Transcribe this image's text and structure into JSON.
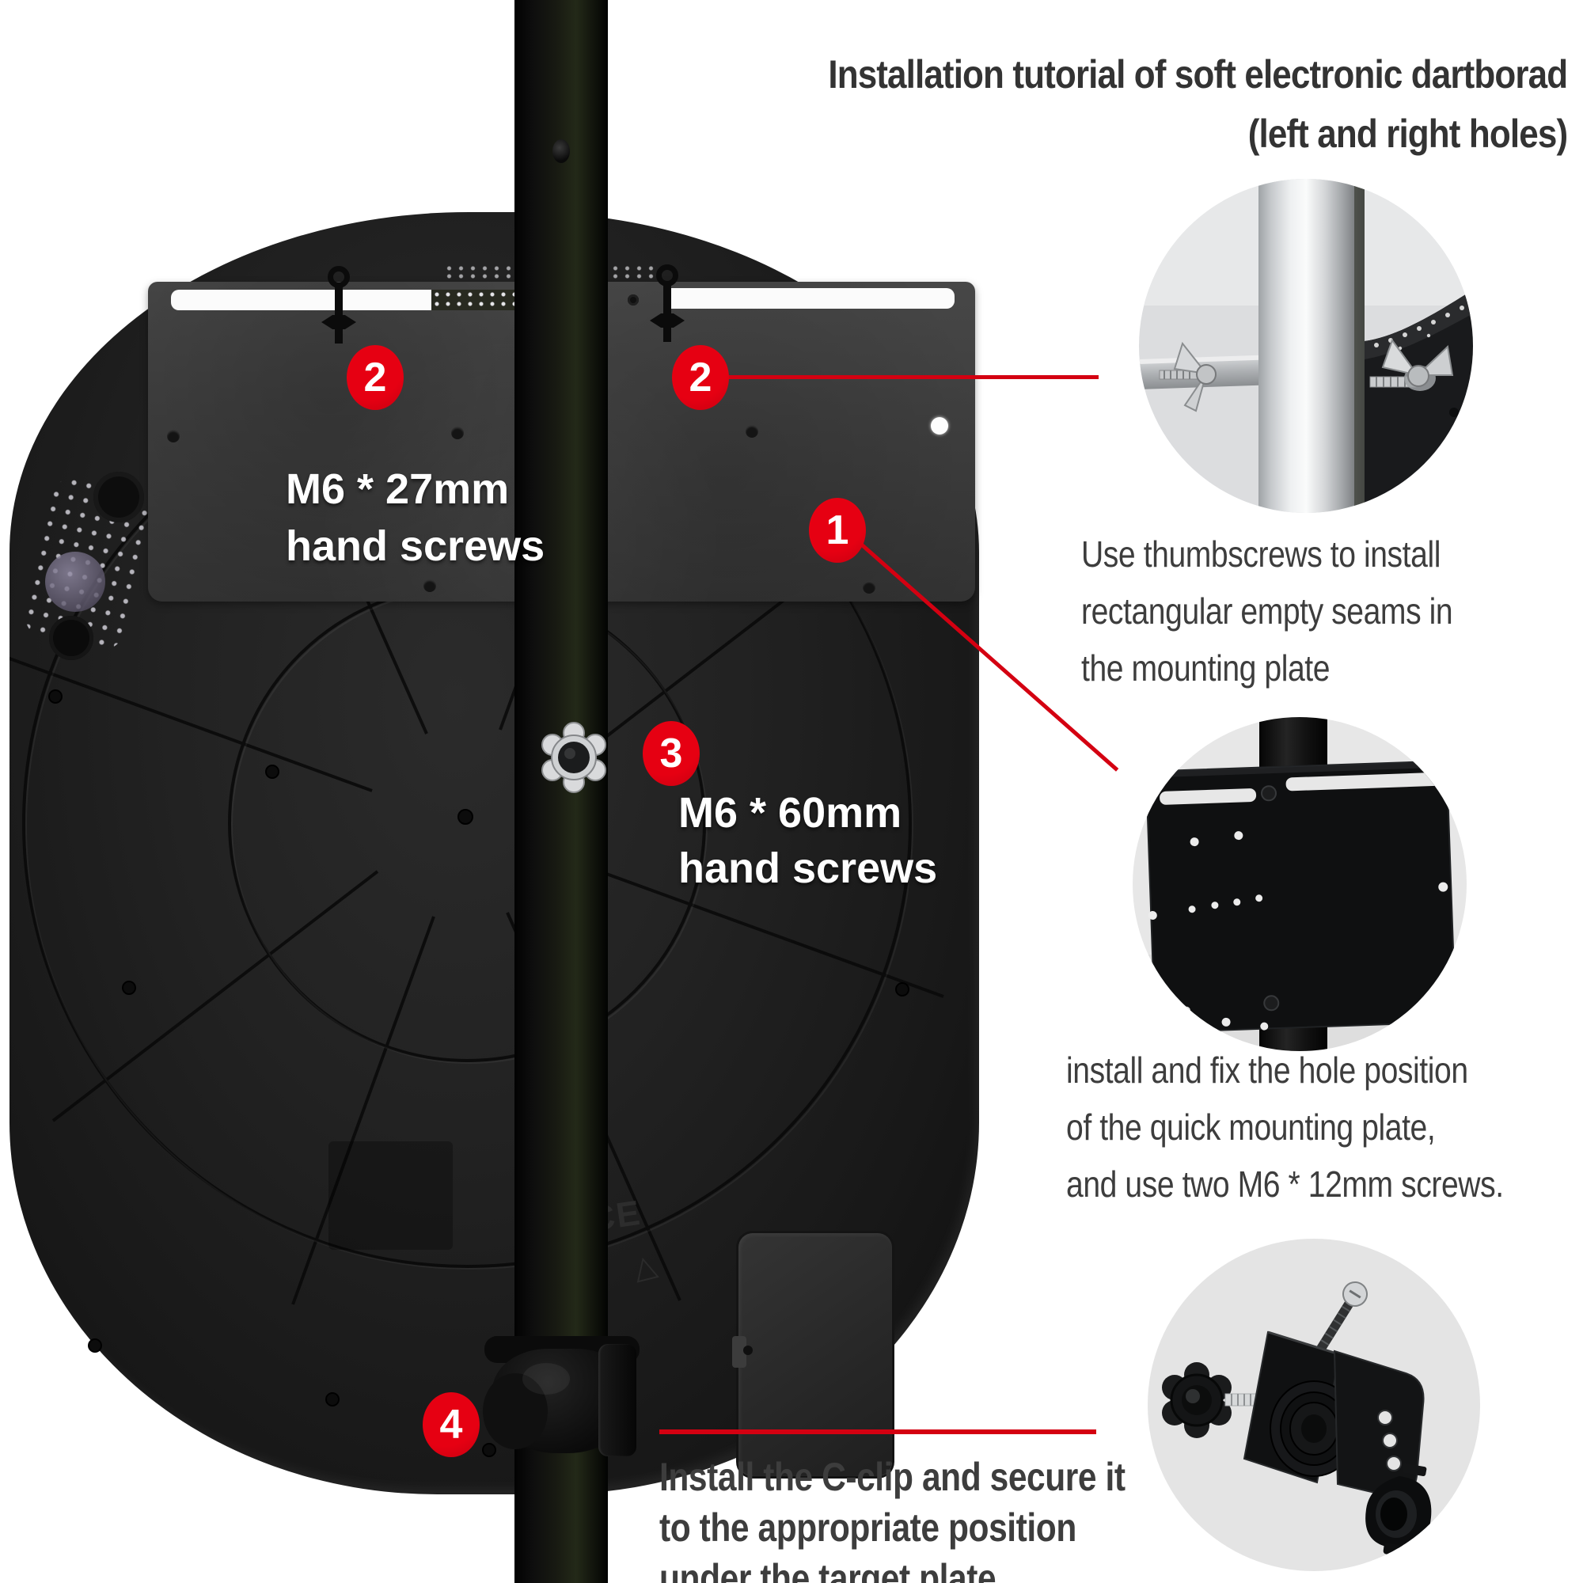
{
  "title": {
    "line1": "Installation tutorial of soft electronic dartborad",
    "line2": "(left and right holes)"
  },
  "badges": {
    "step1": "1",
    "step2_left": "2",
    "step2_right": "2",
    "step3": "3",
    "step4": "4"
  },
  "labels": {
    "screws_27": {
      "line1": "M6 * 27mm",
      "line2": "hand screws"
    },
    "screws_60": {
      "line1": "M6 * 60mm",
      "line2": "hand screws"
    }
  },
  "instructions": {
    "step1": {
      "line1": "Use thumbscrews to install",
      "line2": "rectangular empty seams in",
      "line3": "the mounting plate"
    },
    "step2": {
      "line1": "install and fix the hole position",
      "line2": "of the quick mounting plate,",
      "line3": "and use two M6 * 12mm screws."
    },
    "step4": {
      "line1": "Install the C-clip and secure it",
      "line2": "to the appropriate position",
      "line3": "under the target plate"
    }
  },
  "board_marking": "CE",
  "colors": {
    "badge_red": "#e60012",
    "line_red": "#d40011",
    "text_dark": "#3d3d3d"
  }
}
